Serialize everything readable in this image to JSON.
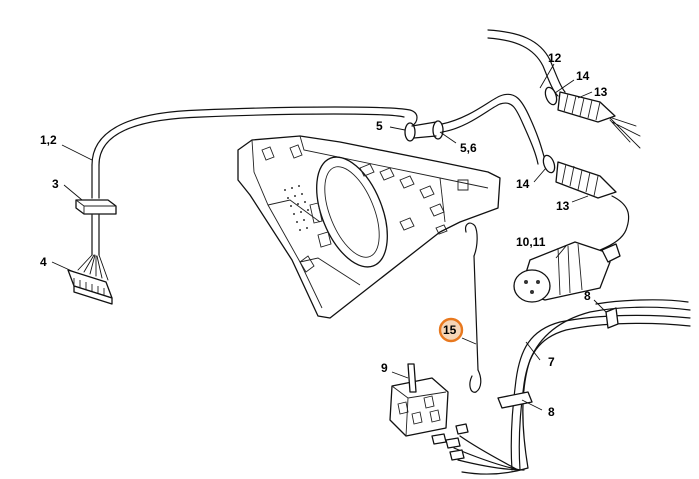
{
  "callouts": {
    "c1_2": "1,2",
    "c3": "3",
    "c4": "4",
    "c5": "5",
    "c5_6": "5,6",
    "c7": "7",
    "c8a": "8",
    "c8b": "8",
    "c9": "9",
    "c10_11": "10,11",
    "c12": "12",
    "c13a": "13",
    "c13b": "13",
    "c14a": "14",
    "c14b": "14",
    "c15": "15"
  },
  "highlight": {
    "callout": "15",
    "ring_color": "#e8781e",
    "fill_color": "#f6d6b8"
  }
}
